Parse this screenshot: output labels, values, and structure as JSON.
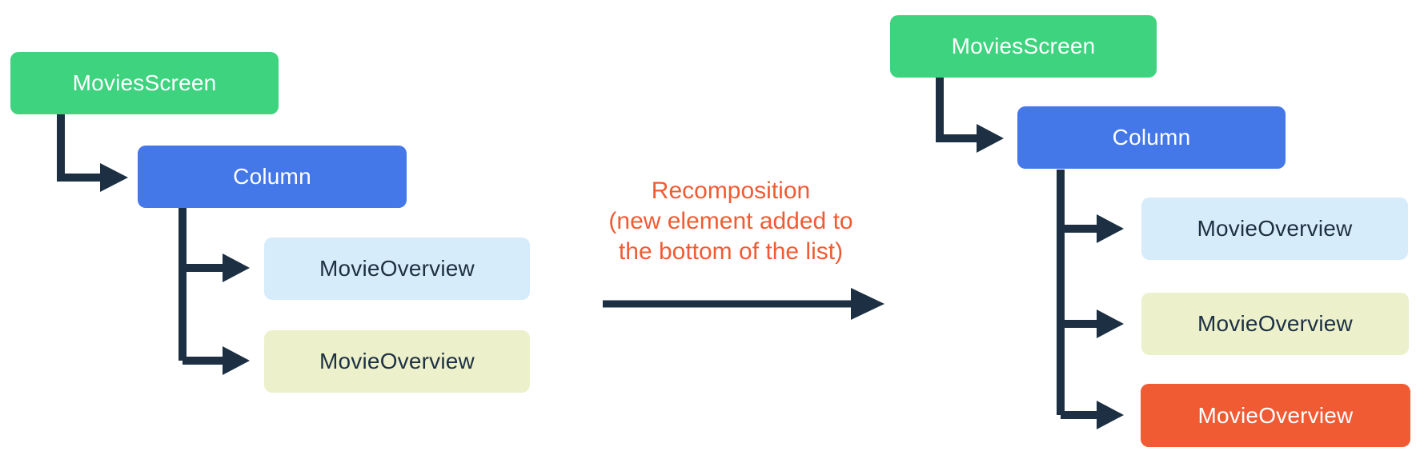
{
  "diagram": {
    "colors": {
      "connector": "#1D3043",
      "annotation": "#F15B34",
      "background": "#FFFFFF"
    },
    "annotation": {
      "lines": [
        "Recomposition",
        "(new element added to",
        "the bottom of the list)"
      ]
    },
    "left_tree": {
      "root": {
        "label": "MoviesScreen",
        "bg": "#3ED37E",
        "fg": "#FFFFFF"
      },
      "column": {
        "label": "Column",
        "bg": "#4477E8",
        "fg": "#FFFFFF"
      },
      "children": [
        {
          "label": "MovieOverview",
          "bg": "#D6ECFB",
          "fg": "#1D3043"
        },
        {
          "label": "MovieOverview",
          "bg": "#ECF0CB",
          "fg": "#1D3043"
        }
      ]
    },
    "right_tree": {
      "root": {
        "label": "MoviesScreen",
        "bg": "#3ED37E",
        "fg": "#FFFFFF"
      },
      "column": {
        "label": "Column",
        "bg": "#4477E8",
        "fg": "#FFFFFF"
      },
      "children": [
        {
          "label": "MovieOverview",
          "bg": "#D6ECFB",
          "fg": "#1D3043"
        },
        {
          "label": "MovieOverview",
          "bg": "#ECF0CB",
          "fg": "#1D3043"
        },
        {
          "label": "MovieOverview",
          "bg": "#F15B34",
          "fg": "#FFFFFF"
        }
      ]
    }
  }
}
